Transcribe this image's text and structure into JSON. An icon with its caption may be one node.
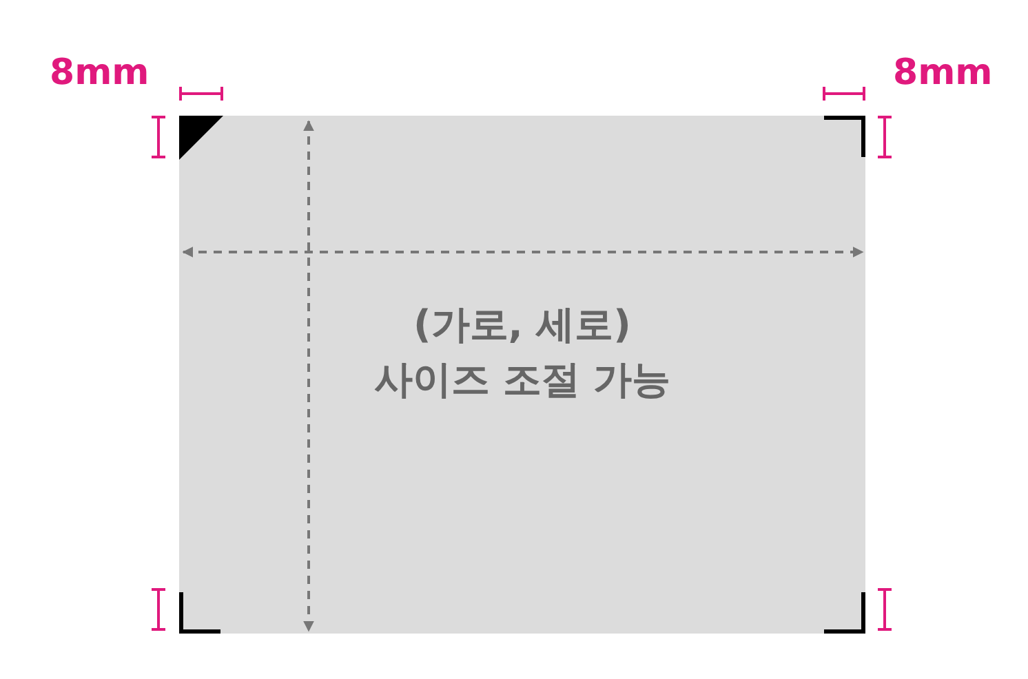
{
  "diagram": {
    "nodes": [
      {
        "text": [
          "(가로, 세로) 사이즈 조절 가능"
        ]
      }
    ],
    "edges": [],
    "labels": [
      "8mm",
      "8mm"
    ]
  }
}
